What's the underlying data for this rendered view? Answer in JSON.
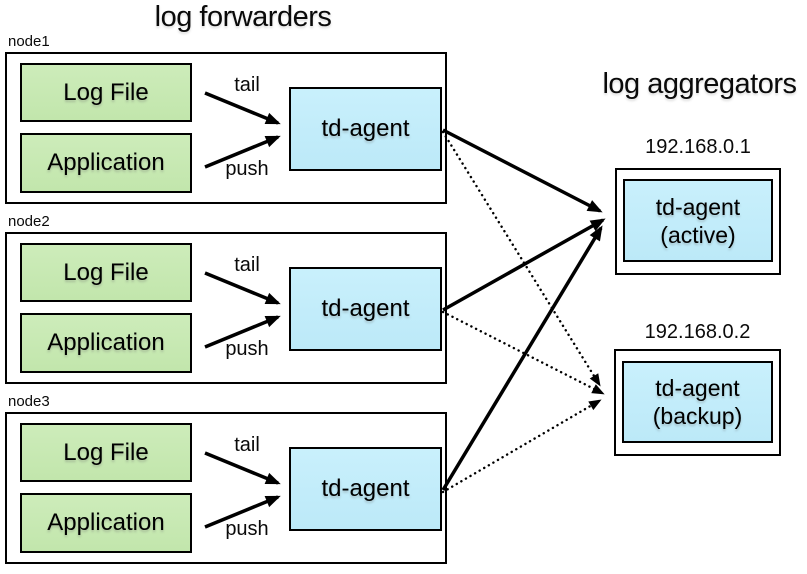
{
  "titles": {
    "forwarders": "log forwarders",
    "aggregators": "log aggregators"
  },
  "forwarders": [
    {
      "label": "node1",
      "log_file": "Log File",
      "application": "Application",
      "agent": "td-agent",
      "tail": "tail",
      "push": "push"
    },
    {
      "label": "node2",
      "log_file": "Log File",
      "application": "Application",
      "agent": "td-agent",
      "tail": "tail",
      "push": "push"
    },
    {
      "label": "node3",
      "log_file": "Log File",
      "application": "Application",
      "agent": "td-agent",
      "tail": "tail",
      "push": "push"
    }
  ],
  "aggregators": [
    {
      "ip": "192.168.0.1",
      "agent_line1": "td-agent",
      "agent_line2": "(active)"
    },
    {
      "ip": "192.168.0.2",
      "agent_line1": "td-agent",
      "agent_line2": "(backup)"
    }
  ],
  "connections": {
    "solid": [
      {
        "from": "node1 td-agent",
        "to": "192.168.0.1 td-agent (active)"
      },
      {
        "from": "node2 td-agent",
        "to": "192.168.0.1 td-agent (active)"
      },
      {
        "from": "node3 td-agent",
        "to": "192.168.0.1 td-agent (active)"
      }
    ],
    "dotted": [
      {
        "from": "node1 td-agent",
        "to": "192.168.0.2 td-agent (backup)"
      },
      {
        "from": "node2 td-agent",
        "to": "192.168.0.2 td-agent (backup)"
      },
      {
        "from": "node3 td-agent",
        "to": "192.168.0.2 td-agent (backup)"
      }
    ],
    "internal": [
      {
        "from": "Log File",
        "via": "tail",
        "to": "td-agent"
      },
      {
        "from": "Application",
        "via": "push",
        "to": "td-agent"
      }
    ]
  },
  "colors": {
    "source_box": "#c5e8b0",
    "agent_box": "#c1ecfa",
    "line": "#000000",
    "background": "#ffffff"
  }
}
